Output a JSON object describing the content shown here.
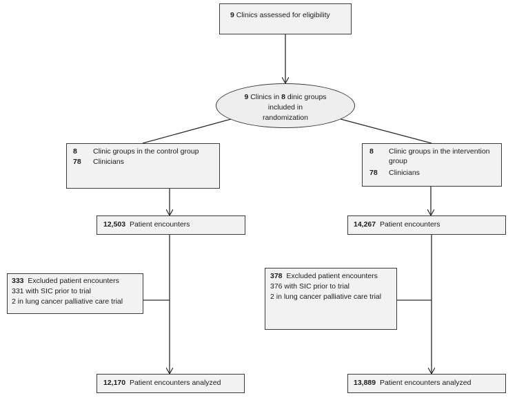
{
  "eligibility": {
    "count": "9",
    "text": "Clinics assessed for eligibility"
  },
  "randomization": {
    "clinic_count": "9",
    "clinics_word": "Clinics in",
    "group_count": "8",
    "line1_rest": "dinic groups",
    "line2": "included in",
    "line3": "randomization"
  },
  "control_group": {
    "groups_count": "8",
    "groups_text": "Clinic groups in the control group",
    "clinicians_count": "78",
    "clinicians_text": "Clinicians"
  },
  "intervention_group": {
    "groups_count": "8",
    "groups_text_line1": "Clinic groups in the intervention",
    "groups_text_line2": "group",
    "clinicians_count": "78",
    "clinicians_text": "Clinicians"
  },
  "control_encounters": {
    "count": "12,503",
    "text": "Patient encounters"
  },
  "intervention_encounters": {
    "count": "14,267",
    "text": "Patient encounters"
  },
  "control_excluded": {
    "count": "333",
    "text": "Excluded patient encounters",
    "line2": "331 with SIC prior to trial",
    "line3": "2 in lung cancer palliative care trial"
  },
  "intervention_excluded": {
    "count": "378",
    "text": "Excluded patient encounters",
    "line2": "376 with SIC prior to trial",
    "line3": "2 in lung cancer palliative care trial"
  },
  "control_analyzed": {
    "count": "12,170",
    "text": "Patient encounters analyzed"
  },
  "intervention_analyzed": {
    "count": "13,889",
    "text": "Patient encounters analyzed"
  }
}
